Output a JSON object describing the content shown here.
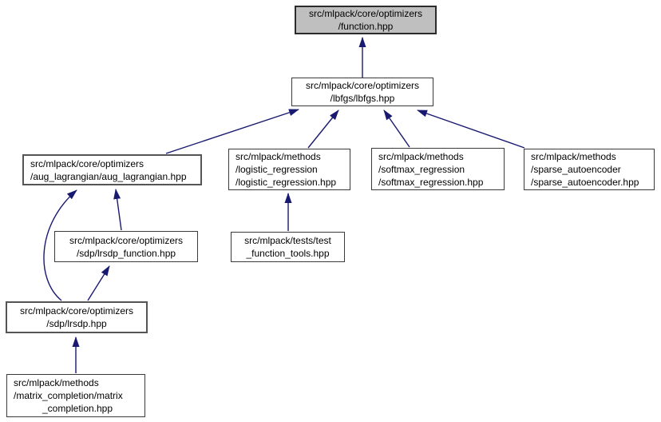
{
  "colors": {
    "edge": "#191970",
    "node_fill": "#ffffff",
    "selected_node_fill": "#bfbfbf",
    "node_border": "#3a3a3a",
    "text": "#000000",
    "background": "#ffffff"
  },
  "diagram": {
    "type": "include-dependency-graph",
    "selected_node": "function_hpp",
    "nodes": {
      "function_hpp": {
        "lines": [
          "src/mlpack/core/optimizers",
          "/function.hpp"
        ]
      },
      "lbfgs_hpp": {
        "lines": [
          "src/mlpack/core/optimizers",
          "/lbfgs/lbfgs.hpp"
        ]
      },
      "aug_lagrangian_hpp": {
        "lines": [
          "src/mlpack/core/optimizers",
          "/aug_lagrangian/aug_lagrangian.hpp"
        ]
      },
      "logistic_regression_hpp": {
        "lines": [
          "src/mlpack/methods",
          "/logistic_regression",
          "/logistic_regression.hpp"
        ]
      },
      "softmax_regression_hpp": {
        "lines": [
          "src/mlpack/methods",
          "/softmax_regression",
          "/softmax_regression.hpp"
        ]
      },
      "sparse_autoencoder_hpp": {
        "lines": [
          "src/mlpack/methods",
          "/sparse_autoencoder",
          "/sparse_autoencoder.hpp"
        ]
      },
      "lrsdp_function_hpp": {
        "lines": [
          "src/mlpack/core/optimizers",
          "/sdp/lrsdp_function.hpp"
        ]
      },
      "test_function_tools_hpp": {
        "lines": [
          "src/mlpack/tests/test",
          "_function_tools.hpp"
        ]
      },
      "lrsdp_hpp": {
        "lines": [
          "src/mlpack/core/optimizers",
          "/sdp/lrsdp.hpp"
        ]
      },
      "matrix_completion_hpp": {
        "lines": [
          "src/mlpack/methods",
          "/matrix_completion/matrix",
          "_completion.hpp"
        ]
      }
    },
    "edges": [
      {
        "from": "lbfgs_hpp",
        "to": "function_hpp"
      },
      {
        "from": "aug_lagrangian_hpp",
        "to": "lbfgs_hpp"
      },
      {
        "from": "logistic_regression_hpp",
        "to": "lbfgs_hpp"
      },
      {
        "from": "softmax_regression_hpp",
        "to": "lbfgs_hpp"
      },
      {
        "from": "sparse_autoencoder_hpp",
        "to": "lbfgs_hpp"
      },
      {
        "from": "lrsdp_function_hpp",
        "to": "aug_lagrangian_hpp"
      },
      {
        "from": "lrsdp_hpp",
        "to": "aug_lagrangian_hpp"
      },
      {
        "from": "lrsdp_hpp",
        "to": "lrsdp_function_hpp"
      },
      {
        "from": "test_function_tools_hpp",
        "to": "logistic_regression_hpp"
      },
      {
        "from": "matrix_completion_hpp",
        "to": "lrsdp_hpp"
      }
    ]
  }
}
